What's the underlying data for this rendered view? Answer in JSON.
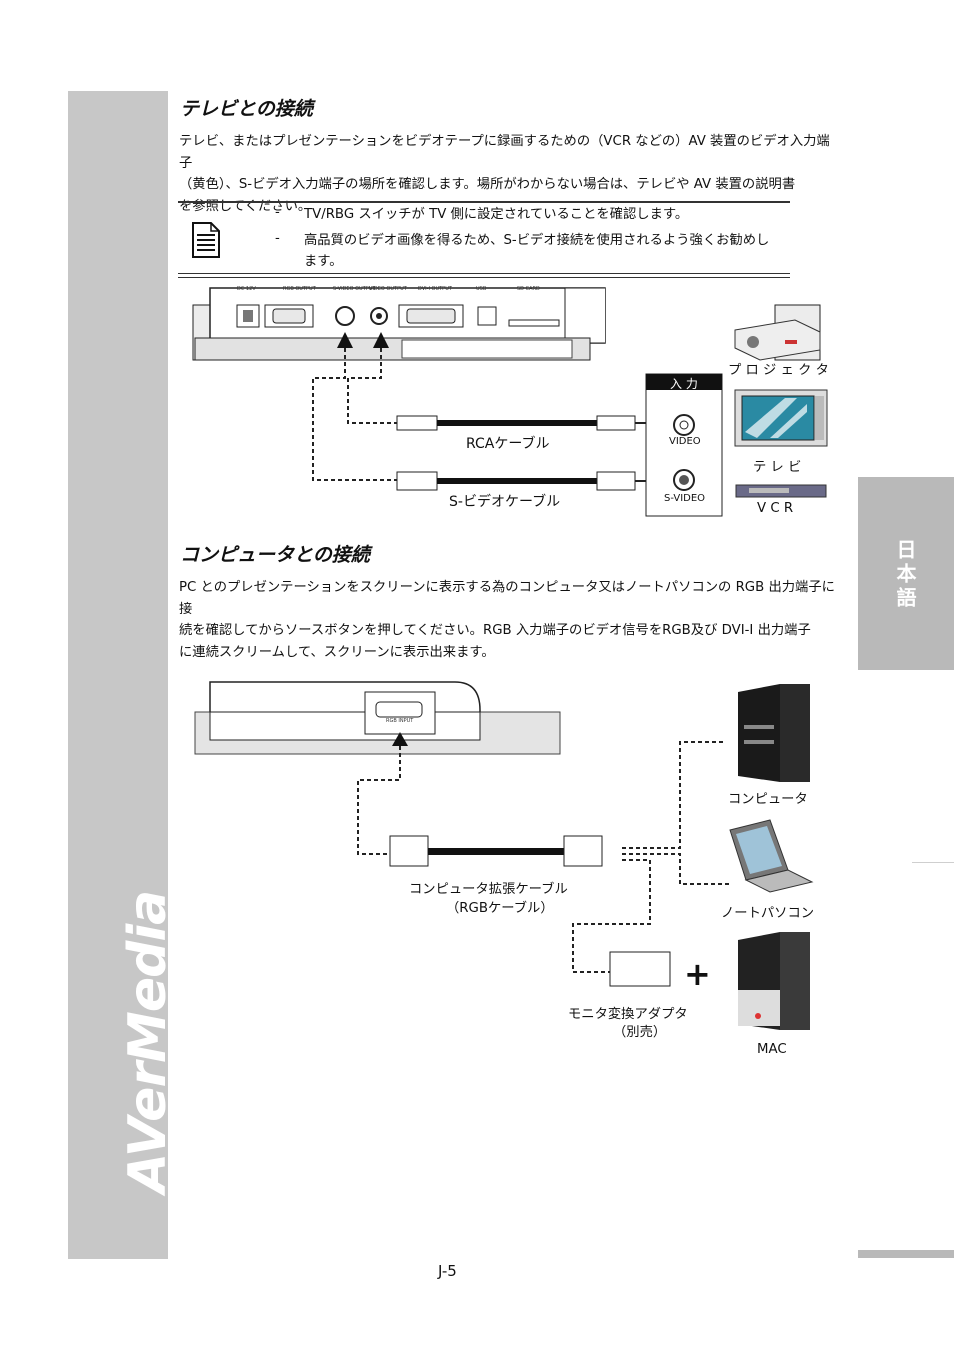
{
  "brand": "AVerMedia",
  "side_tab": "日本語",
  "section1": {
    "title": "テレビとの接続",
    "paragraph_lines": [
      "テレビ、またはプレゼンテーションをビデオテープに録画するための（VCR  などの）AV  装置のビデオ入力端子",
      "（黄色）、S-ビデオ入力端子の場所を確認します。場所がわからない場合は、テレビや   AV  装置の説明書",
      "を参照してください。"
    ],
    "notes": [
      {
        "dash": "-",
        "lines": [
          "TV/RBG スイッチが TV 側に設定されていることを確認します。"
        ]
      },
      {
        "dash": "-",
        "lines": [
          "高品質のビデオ画像を得るため、S-ビデオ接続を使用されるよう強くお勧めし",
          "ます。"
        ]
      }
    ],
    "diagram": {
      "port_labels": [
        "DC 12V",
        "RGB OUTPUT",
        "S-VIDEO OUTPUT",
        "VIDEO OUTPUT",
        "DVI-I OUTPUT",
        "USB",
        "SD CARD"
      ],
      "input_header": "入 力",
      "video_jack_label": "VIDEO",
      "svideo_jack_label": "S-VIDEO",
      "rca_cable": "RCAケーブル",
      "svideo_cable": "S-ビデオケーブル",
      "projector": "プ ロ ジ ェ ク タ",
      "tv": "テ レ ビ",
      "vcr": "V C R"
    }
  },
  "section2": {
    "title": "コンピュータとの接続",
    "paragraph_lines": [
      "PC とのプレゼンテーションをスクリーンに表示する為のコンピュータ又はノートパソコンの RGB 出力端子に接",
      "続を確認してからソースボタンを押してください。RGB 入力端子のビデオ信号をRGB及び DVI-I 出力端子",
      "に連続スクリームして、スクリーンに表示出来ます。"
    ],
    "diagram": {
      "rgb_input": "RGB INPUT",
      "ext_cable_line1": "コンピュータ拡張ケーブル",
      "ext_cable_line2": "（RGBケーブル）",
      "adapter_line1": "モニタ変換アダプタ",
      "adapter_line2": "（別売）",
      "computer": "コンピュータ",
      "laptop": "ノートパソコン",
      "mac": "MAC",
      "plus": "+"
    }
  },
  "page_number": "J-5"
}
